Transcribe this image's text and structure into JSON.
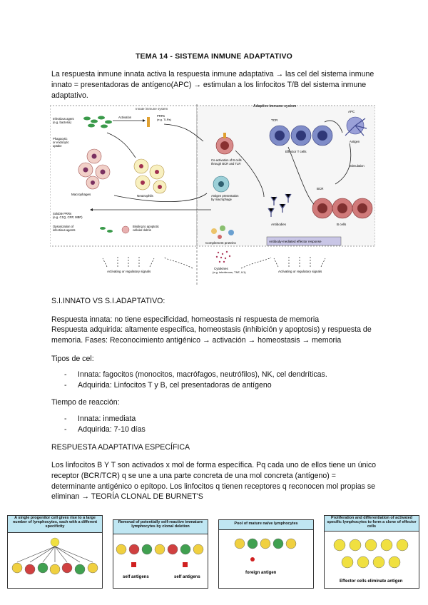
{
  "title": "TEMA 14 - SISTEMA INMUNE ADAPTATIVO",
  "intro": "La respuesta inmune innata activa la respuesta inmune adaptativa → las cel del sistema inmune innato = presentadoras de antígeno(APC) → estimulan a los linfocitos T/B del sistema inmune adaptativo.",
  "diagram": {
    "innate_header": "Innate immune system",
    "adaptive_header": "Adaptive immune system",
    "infectious_agent": "Infectious agent",
    "infectious_agent_sub": "(e.g. bacteria)",
    "activation": "Activation",
    "prrs": "PRRs",
    "prrs_sub": "(e.g. TLRs)",
    "phagocytic": "Phagocytic",
    "phagocytic_2": "or endocytic",
    "phagocytic_3": "uptake",
    "macrophages": "Macrophages",
    "neutrophils": "Neutrophils",
    "coactivation": "Co-activation of B cells",
    "coactivation_2": "through BCR and TLR",
    "antigen_presentation": "Antigen presentation",
    "antigen_presentation_2": "by macrophage",
    "apc": "APC",
    "tcr": "TCR",
    "antigen": "Antigen",
    "effector_t": "Effector T cells",
    "stimulation": "Stimulation",
    "bcr": "BCR",
    "b_cells": "B cells",
    "antibodies": "Antibodies",
    "antibody_response": "Antibody-mediated effector response",
    "soluble_prrs": "Soluble PRRs",
    "soluble_prrs_sub": "(e.g. C1Q, CRP, MBP)",
    "opsonization": "Opsonization of",
    "opsonization_2": "infectious agents",
    "binding": "Binding to apoptotic",
    "binding_2": "cellular debris",
    "complement": "Complement proteins",
    "cytokines": "Cytokines",
    "cytokines_sub": "(e.g. interferons, TNF, IL1)",
    "activating_left": "Activating or regulatory signals",
    "activating_right": "Activating or regulatory signals"
  },
  "section1_heading": "S.I.INNATO VS S.I.ADAPTATIVO:",
  "resp_innata": "Respuesta innata: no tiene especificidad, homeostasis ni respuesta de memoria",
  "resp_adquirida": "Respuesta adquirida: altamente específica, homeostasis (inhibición y apoptosis) y respuesta de memoria. Fases: Reconocimiento antigénico → activación → homeostasis → memoria",
  "tipos_heading": "Tipos de cel:",
  "tipos": [
    "Innata: fagocitos (monocitos, macrófagos, neutrófilos), NK, cel dendríticas.",
    "Adquirida: Linfocitos T y B, cel presentadoras de antígeno"
  ],
  "tiempo_heading": "Tiempo de reacción:",
  "tiempo": [
    "Innata: inmediata",
    "Adquirida: 7-10 días"
  ],
  "section2_heading": "RESPUESTA ADAPTATIVA ESPECÍFICA",
  "section2_text": "Los linfocitos B Y T son activados x mol de forma específica. Pq cada uno de ellos tiene un único receptor (BCR/TCR) q se une a una parte concreta de una mol concreta (antígeno) = determinante antigénico o epítopo. Los linfocitos q tienen receptores q reconocen mol propias se eliminan → TEORÍA CLONAL DE BURNET'S",
  "panels": [
    {
      "caption": "A single progenitor cell gives rise to a large number of lymphocytes, each with a different specificity"
    },
    {
      "caption": "Removal of potentially self-reactive immature lymphocytes by clonal deletion",
      "label_a": "self antigens",
      "label_b": "self antigens"
    },
    {
      "caption": "Pool of mature naïve lymphocytes",
      "label_a": "foreign antigen"
    },
    {
      "caption": "Proliferation and differentiation of activated specific lymphocytes to form a clone of effector cells",
      "label_a": "Effector cells eliminate antigen"
    }
  ],
  "colors": {
    "panel_header": "#bfe6f2",
    "panel_border": "#333333",
    "antibody_box": "#c9c6e6",
    "t_cell": "#7f8cc8",
    "b_cell": "#d07a7a"
  }
}
